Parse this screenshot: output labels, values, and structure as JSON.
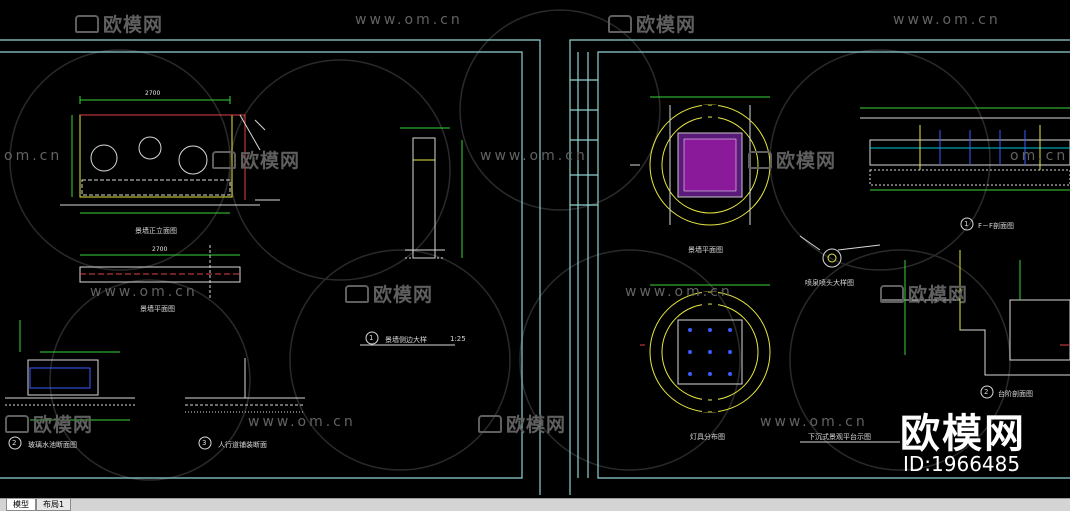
{
  "watermark": {
    "logo_text": "欧模网",
    "url_text": "www.om.cn",
    "url_fragment": "om.cn",
    "big_logo": "欧模网",
    "id_text": "ID:1966485"
  },
  "drawing_labels": {
    "front_elevation": "景墙正立面图",
    "plan": "景墙平面图",
    "detail_1": "景墙侧边大样",
    "detail_1_scale": "1:25",
    "detail_1_num": "1",
    "section_2": "玻璃水池断面图",
    "section_2_num": "2",
    "section_3": "人行道铺装断面",
    "section_3_num": "3",
    "fountain_plan": "景墙平面图",
    "lamp_plan": "灯具分布图",
    "ff_section": "F－F剖面图",
    "ff_num": "1",
    "nozzle_detail": "喷泉喷头大样图",
    "platform_plan": "下沉式景观平台示图",
    "platform_section": "台阶剖面图",
    "platform_num": "2",
    "dim_top": "2700",
    "dim_plan": "2700"
  },
  "tabs": [
    {
      "label": "模型",
      "active": true
    },
    {
      "label": "布局1",
      "active": false
    }
  ],
  "colors": {
    "frame": "#8fd3d3",
    "green": "#37d637",
    "yellow": "#e7e740",
    "cyan": "#00c8d8",
    "red": "#e04040",
    "blue": "#3a5cff",
    "magenta": "#8a1a9a"
  }
}
